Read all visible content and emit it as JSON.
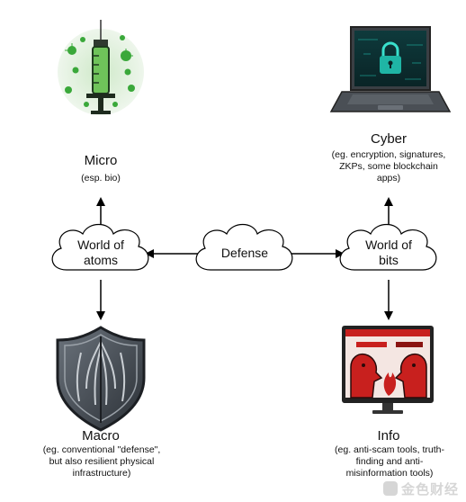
{
  "clouds": {
    "atoms": "World of\natoms",
    "defense": "Defense",
    "bits": "World of\nbits"
  },
  "nodes": {
    "micro": {
      "title": "Micro",
      "desc": "(esp. bio)"
    },
    "cyber": {
      "title": "Cyber",
      "desc": "(eg. encryption, signatures,\nZKPs, some blockchain\napps)"
    },
    "macro": {
      "title": "Macro",
      "desc": "(eg. conventional \"defense\",\nbut also resilient physical\ninfrastructure)"
    },
    "info": {
      "title": "Info",
      "desc": "(eg. anti-scam tools, truth-\nfinding and anti-\nmisinformation tools)"
    }
  },
  "icons": {
    "micro": "syringe-virus-icon",
    "cyber": "laptop-lock-icon",
    "macro": "shield-icon",
    "info": "monitor-argument-icon"
  },
  "watermark": "金色财经",
  "colors": {
    "virus_green": "#3aa83a",
    "laptop_teal": "#1fb5a5",
    "shield_dark": "#3b4148",
    "info_red": "#c8201e"
  }
}
